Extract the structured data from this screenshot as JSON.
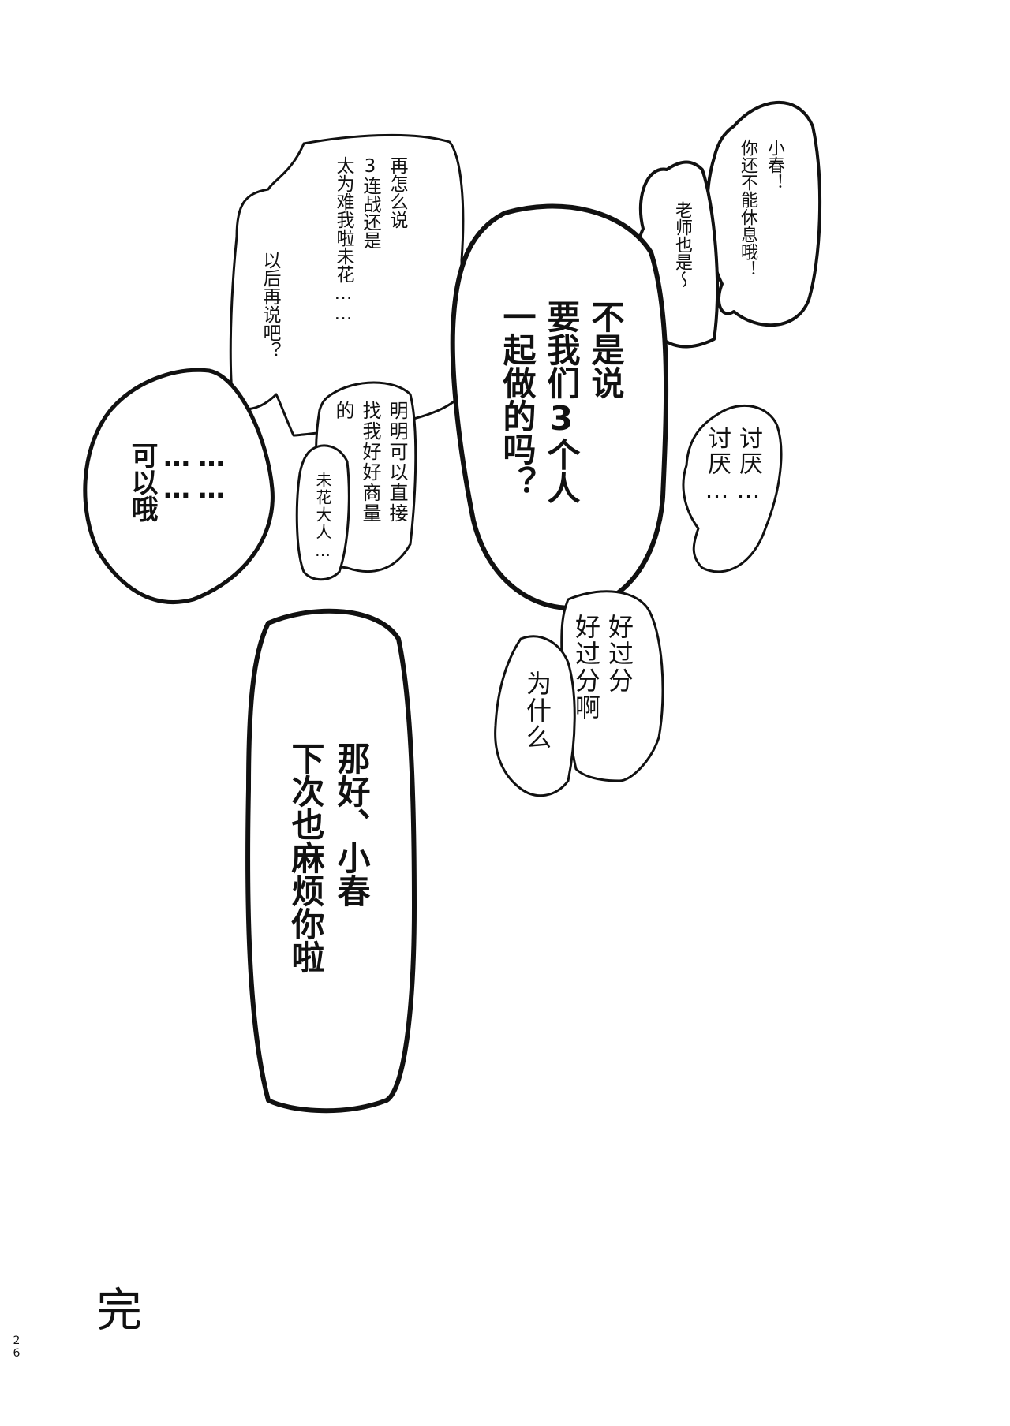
{
  "bubbles": [
    {
      "id": "xiaochun-rest",
      "style": "normal",
      "lines": [
        "小春！",
        "你还不能休息哦！"
      ]
    },
    {
      "id": "teacher-too",
      "style": "normal",
      "lines": [
        "老师也是～"
      ]
    },
    {
      "id": "three-rounds",
      "style": "normal",
      "lines": [
        "再怎么说",
        "3连战还是",
        "太为难我啦未花……"
      ]
    },
    {
      "id": "later",
      "style": "normal",
      "lines": [
        "以后再说吧？"
      ]
    },
    {
      "id": "together",
      "style": "bold",
      "lines": [
        "不是说",
        "要我们3个人",
        "一起做的吗？"
      ]
    },
    {
      "id": "could-ask",
      "style": "hand",
      "lines": [
        "明明可以直接",
        "找我好好商量",
        "的"
      ]
    },
    {
      "id": "mika-sama",
      "style": "hand",
      "lines": [
        "未花大人…"
      ]
    },
    {
      "id": "okay",
      "style": "bold",
      "lines": [
        "……",
        "……",
        "可以哦"
      ]
    },
    {
      "id": "hate",
      "style": "hand",
      "lines": [
        "讨厌…",
        "讨厌…"
      ]
    },
    {
      "id": "so-mean",
      "style": "hand",
      "lines": [
        "好过分",
        "好过分啊"
      ]
    },
    {
      "id": "why",
      "style": "hand",
      "lines": [
        "为什么"
      ]
    },
    {
      "id": "next-time",
      "style": "bold",
      "lines": [
        "那好、小春",
        "下次也麻烦你啦"
      ]
    }
  ],
  "page_number": "26",
  "end_mark": "完"
}
